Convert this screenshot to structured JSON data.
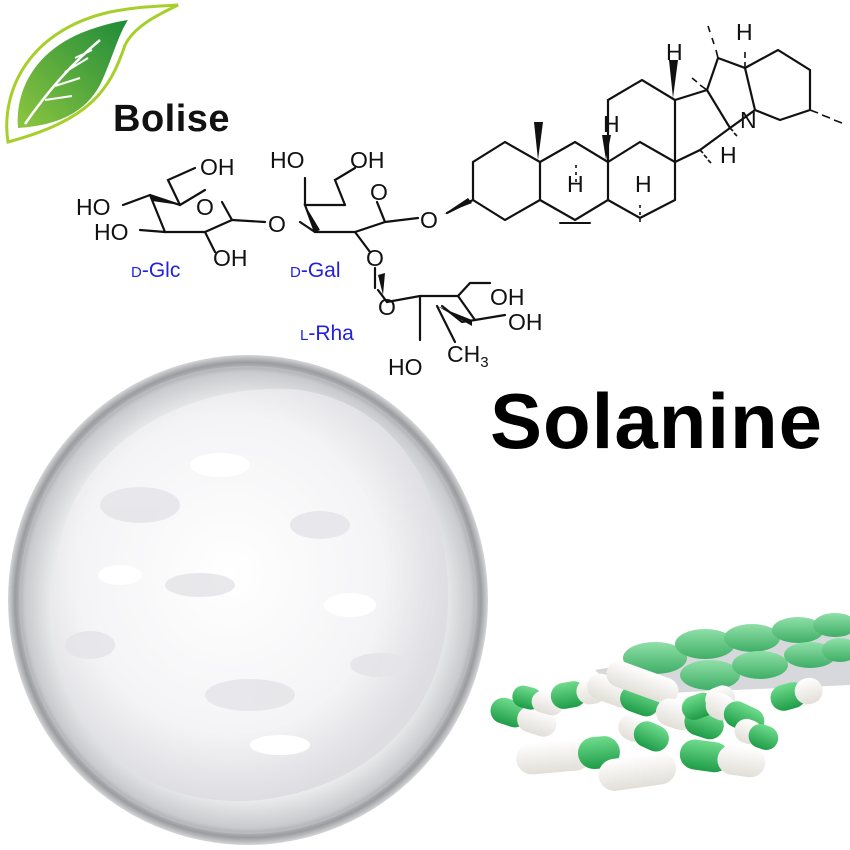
{
  "brand": {
    "name": "Bolise",
    "logo_icon": "leaf-icon",
    "colors": {
      "leaf_light": "#8cc63f",
      "leaf_dark": "#1f8a3a",
      "outline": "#a6cf2a"
    }
  },
  "product": {
    "name": "Solanine",
    "title_color": "#000000"
  },
  "structure": {
    "sugar_labels": {
      "glucose": {
        "prefix": "D",
        "name": "-Glc"
      },
      "galactose": {
        "prefix": "D",
        "name": "-Gal"
      },
      "rhamnose": {
        "prefix": "L",
        "name": "-Rha"
      }
    },
    "label_color": "#2222dd",
    "atoms": {
      "oh": "OH",
      "ho": "HO",
      "o": "O",
      "n": "N",
      "h": "H",
      "ch": "CH",
      "three": "3"
    }
  },
  "images": {
    "powder_dish": "white-powder-petri-dish",
    "capsules": "green-white-capsules-and-tablets"
  }
}
